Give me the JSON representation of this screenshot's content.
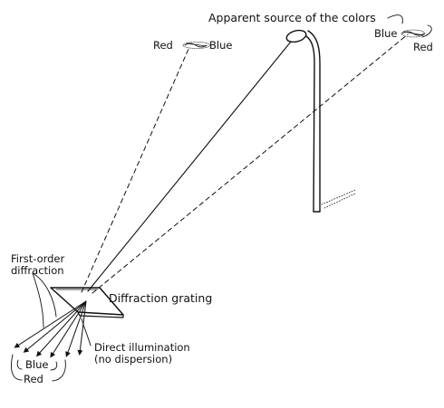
{
  "labels": {
    "apparent_source": "Apparent source of the colors",
    "red_left": "Red",
    "blue_left": "Blue",
    "blue_right": "Blue",
    "red_right": "Red",
    "first_order_line1": "First-order",
    "first_order_line2": "diffraction",
    "diffraction_grating": "Diffraction grating",
    "direct_line1": "Direct illumination",
    "direct_line2": "(no dispersion)",
    "blue_bottom": "Blue",
    "red_bottom": "Red"
  },
  "colors": {
    "ink": "#111111",
    "background": "#ffffff"
  }
}
